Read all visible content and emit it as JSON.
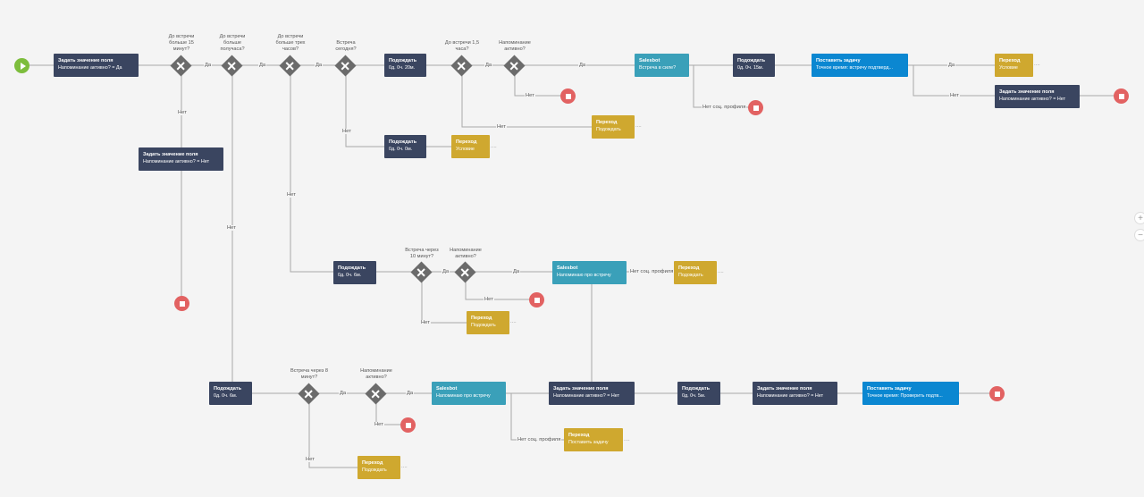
{
  "nodes": {
    "n1": {
      "title": "Задать значение поля",
      "sub": "Напоминание активно? = Да"
    },
    "n2": {
      "title": "Задать значение поля",
      "sub": "Напоминание активно? = Нет"
    },
    "n3": {
      "title": "Подождать",
      "sub": "0д. 0ч. 20м."
    },
    "n4": {
      "title": "Подождать",
      "sub": "0д. 0ч. 0м."
    },
    "n5": {
      "title": "Переход",
      "sub": "Условие"
    },
    "n6": {
      "title": "Переход",
      "sub": "Подождать"
    },
    "n7": {
      "title": "Salesbot",
      "sub": "Встреча в силе?"
    },
    "n8": {
      "title": "Подождать",
      "sub": "0д. 0ч. 15м."
    },
    "n9": {
      "title": "Поставить задачу",
      "sub": "Точное время: встречу подтверд..."
    },
    "n10": {
      "title": "Переход",
      "sub": "Условие"
    },
    "n11": {
      "title": "Задать значение поля",
      "sub": "Напоминание активно? = Нет"
    },
    "n12": {
      "title": "Подождать",
      "sub": "0д. 0ч. 6м."
    },
    "n13": {
      "title": "Salesbot",
      "sub": "Напоминаю про встречу"
    },
    "n14": {
      "title": "Переход",
      "sub": "Подождать"
    },
    "n15": {
      "title": "Переход",
      "sub": "Подождать"
    },
    "n16": {
      "title": "Подождать",
      "sub": "0д. 0ч. 6м."
    },
    "n17": {
      "title": "Salesbot",
      "sub": "Напоминаю про встречу"
    },
    "n18": {
      "title": "Задать значение поля",
      "sub": "Напоминание активно? = Нет"
    },
    "n19": {
      "title": "Подождать",
      "sub": "0д. 0ч. 5м."
    },
    "n20": {
      "title": "Задать значение поля",
      "sub": "Напоминание активно? = Нет"
    },
    "n21": {
      "title": "Поставить задачу",
      "sub": "Точное время: Проверить подтв..."
    },
    "n22": {
      "title": "Переход",
      "sub": "Поставить задачу"
    },
    "n23": {
      "title": "Переход",
      "sub": "Подождать"
    }
  },
  "gateways": {
    "g1": "До встречи больше 15 минут?",
    "g2": "До встречи больше получаса?",
    "g3": "До встречи больше трех часов?",
    "g4": "Встреча сегодня?",
    "g5": "До встречи 1,5 часа?",
    "g6": "Напоминание активно?",
    "g7": "Встреча через 10 минут?",
    "g8": "Напоминание активно?",
    "g9": "Встреча через 8 минут?",
    "g10": "Напоминание активно?"
  },
  "edge_labels": {
    "yes": "Да",
    "no": "Нет",
    "no_profile": "Нет соц. профиля",
    "no_profile2": "Нет соц. профиля"
  },
  "zoom": {
    "in": "+",
    "out": "−"
  }
}
